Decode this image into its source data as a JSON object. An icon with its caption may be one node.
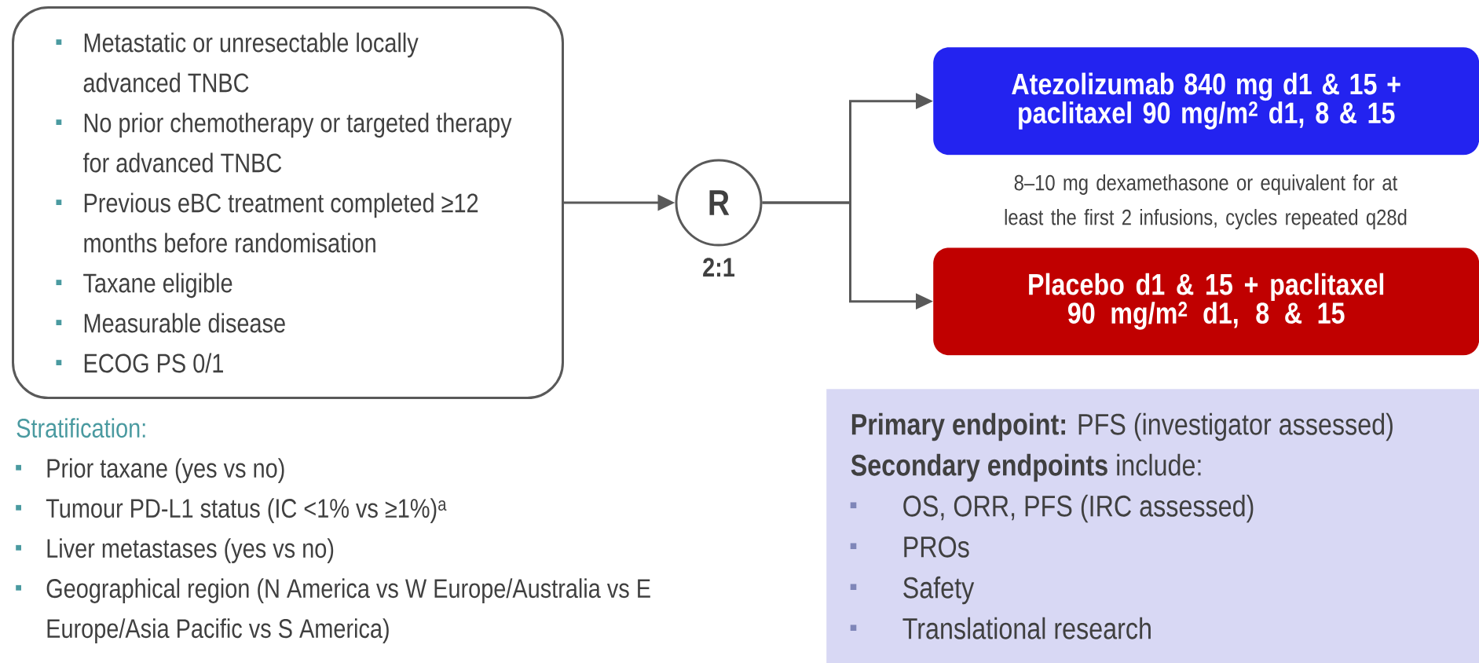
{
  "diagram": {
    "nodes": [
      {
        "text": [
          "Metastatic or unresectable locally advanced TNBC",
          "No prior chemotherapy or targeted therapy for advanced TNBC",
          "Previous eBC treatment completed ≥12 months before randomisation",
          "Taxane eligible",
          "Measurable disease",
          "ECOG PS 0/1"
        ]
      },
      {
        "text": [
          "R"
        ],
        "beside": [
          "2:1"
        ]
      },
      {
        "text": [
          "Atezolizumab 840 mg d1 & 15 + paclitaxel 90 mg/m$^{2}$ d1, 8 & 15"
        ]
      },
      {
        "text": [
          "Placebo d1 & 15 + paclitaxel 90 mg/m$^{2}$ d1, 8 & 15"
        ]
      },
      {
        "text": [
          "**Primary endpoint:** PFS (investigator assessed)",
          "**Secondary endpoints** include:",
          "OS, ORR, PFS (IRC assessed)",
          "PROs",
          "Safety",
          "Translational research"
        ]
      }
    ],
    "edges": [
      {
        "from": 0,
        "to": 1,
        "arrow": "to"
      },
      {
        "from": 1,
        "to": 2,
        "arrow": "to"
      },
      {
        "from": 1,
        "to": 3,
        "arrow": "to"
      }
    ],
    "labels": [
      "8–10 mg dexamethasone or equivalent for at least the first 2 infusions, cycles repeated q28d",
      "Stratification:",
      "Prior taxane (yes vs no)",
      "Tumour PD-L1 status (IC <1% vs ≥1%)$^{a}$",
      "Liver metastases (yes vs no)",
      "Geographical region (N America vs W Europe/Australia vs E Europe/Asia Pacific vs S America)"
    ]
  }
}
